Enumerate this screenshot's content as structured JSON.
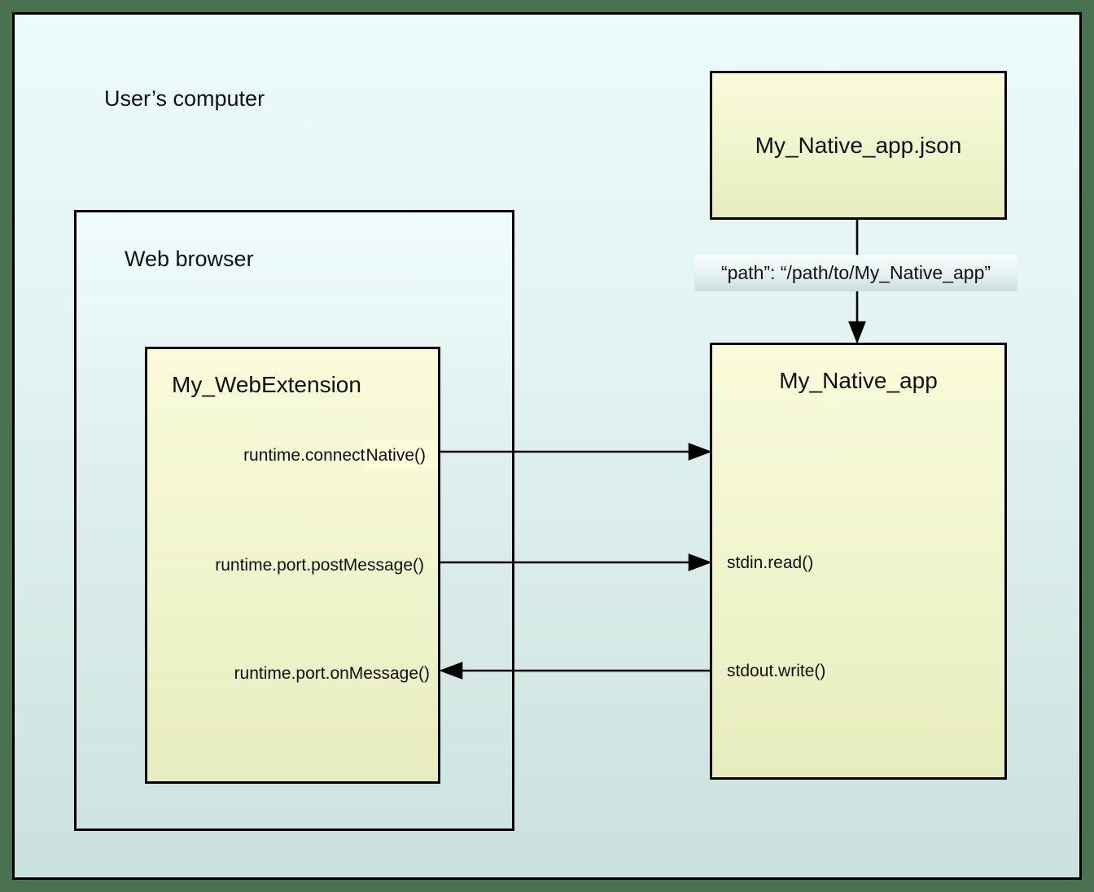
{
  "diagram": {
    "labels": {
      "users_computer": "User’s computer",
      "web_browser": "Web browser"
    },
    "webextension": {
      "title": "My_WebExtension",
      "connect_prefix": "runtime.connect",
      "connect_highlight": "Native()",
      "post_message": "runtime.port.postMessage()",
      "on_message": "runtime.port.onMessage()"
    },
    "native_app": {
      "title": "My_Native_app",
      "stdin": "stdin.read()",
      "stdout": "stdout.write()"
    },
    "manifest": {
      "title": "My_Native_app.json",
      "path_label": "“path”: “/path/to/My_Native_app”"
    },
    "arrows": [
      {
        "from": "runtime.connectNative()",
        "to": "My_Native_app",
        "direction": "right"
      },
      {
        "from": "runtime.port.postMessage()",
        "to": "stdin.read()",
        "direction": "right"
      },
      {
        "from": "stdout.write()",
        "to": "runtime.port.onMessage()",
        "direction": "left"
      },
      {
        "from": "My_Native_app.json",
        "to": "My_Native_app",
        "direction": "down",
        "label": "“path”: “/path/to/My_Native_app”"
      }
    ],
    "colors": {
      "frame_green": "#4a7150",
      "line_black": "#000000",
      "canvas_top": "#edfbfa",
      "canvas_bottom": "#cbe1dd",
      "box_yellow_top": "#f9fbda",
      "box_yellow_bottom": "#e7ecbd",
      "highlight_yellow": "#fdfcda",
      "path_strip_top": "#f6fcfc",
      "path_strip_bottom": "#ccdede"
    }
  }
}
